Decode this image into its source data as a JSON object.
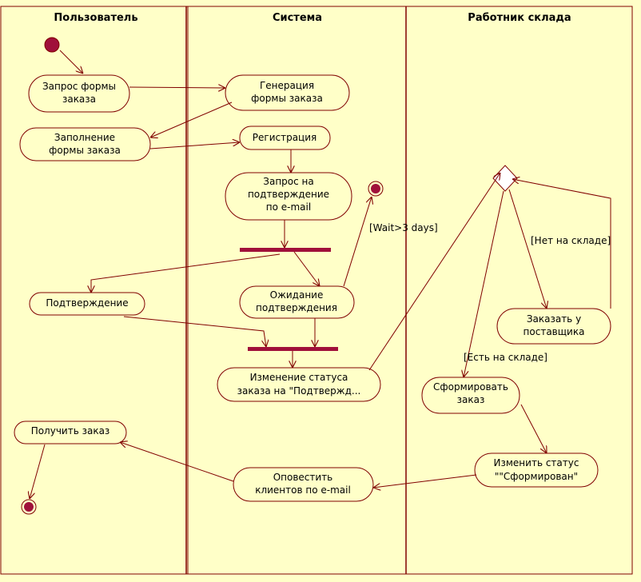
{
  "colors": {
    "background": "#ffffc8",
    "line": "#800000",
    "node_fill": "#a0103a",
    "bar": "#a0103a"
  },
  "lanes": [
    {
      "title": "Пользователь"
    },
    {
      "title": "Система"
    },
    {
      "title": "Работник склада"
    }
  ],
  "activities": [
    {
      "lines": [
        "Запрос формы",
        "заказа"
      ]
    },
    {
      "lines": [
        "Генерация",
        "формы заказа"
      ]
    },
    {
      "lines": [
        "Заполнение",
        "формы заказа"
      ]
    },
    {
      "lines": [
        "Регистрация"
      ]
    },
    {
      "lines": [
        "Запрос на",
        "подтверждение",
        "по e-mail"
      ]
    },
    {
      "lines": [
        "Подтверждение"
      ]
    },
    {
      "lines": [
        "Ожидание",
        "подтверждения"
      ]
    },
    {
      "lines": [
        "Изменение статуса",
        "заказа на \"Подтвержд..."
      ]
    },
    {
      "lines": [
        "Получить заказ"
      ]
    },
    {
      "lines": [
        "Оповестить",
        "клиентов по e-mail"
      ]
    },
    {
      "lines": [
        "Заказать у",
        "поставщика"
      ]
    },
    {
      "lines": [
        "Сформировать",
        "заказ"
      ]
    },
    {
      "lines": [
        "Изменить статус",
        "\"\"Сформирован\""
      ]
    }
  ],
  "guards": [
    {
      "text": "[Wait>3 days]"
    },
    {
      "text": "[Нет на складе]"
    },
    {
      "text": "[Есть на складе]"
    }
  ]
}
